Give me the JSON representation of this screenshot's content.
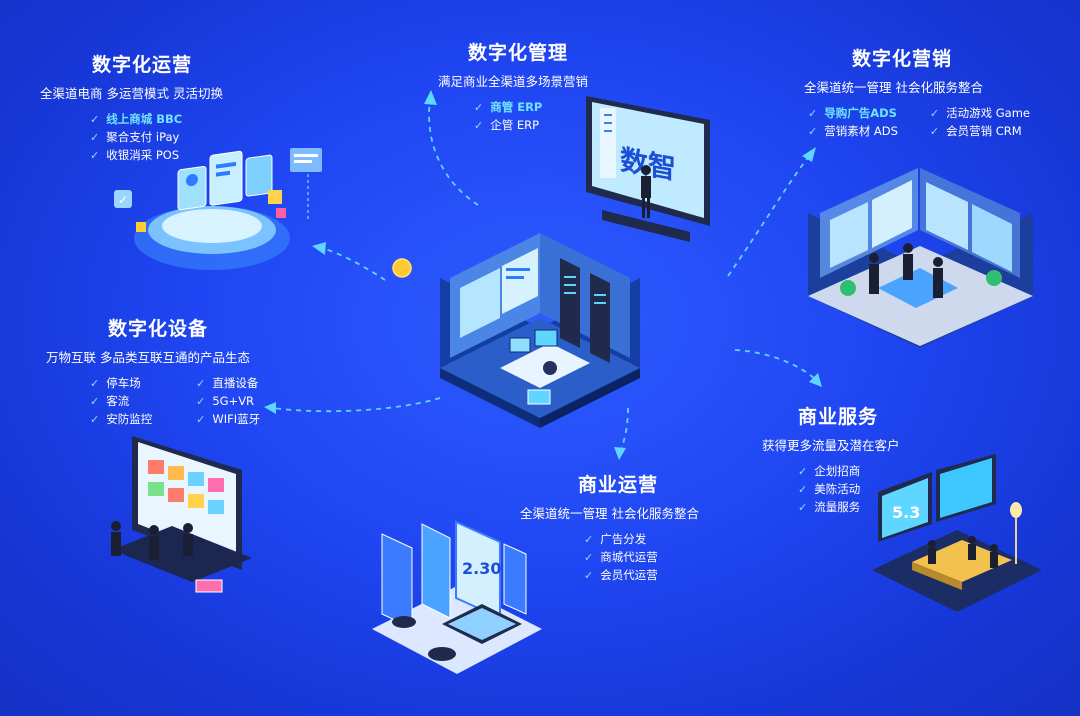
{
  "sections": {
    "ops": {
      "title": "数字化运营",
      "subtitle": "全渠道电商  多运营模式  灵活切换",
      "items": [
        "线上商城 BBC",
        "聚合支付 iPay",
        "收银消采 POS"
      ]
    },
    "mgmt": {
      "title": "数字化管理",
      "subtitle": "满足商业全渠道多场景营销",
      "items": [
        "商管 ERP",
        "企管 ERP"
      ]
    },
    "mkt": {
      "title": "数字化营销",
      "subtitle": "全渠道统一管理  社会化服务整合",
      "items": [
        "导购广告ADS",
        "活动游戏 Game",
        "营销素材 ADS",
        "会员营销 CRM"
      ]
    },
    "device": {
      "title": "数字化设备",
      "subtitle": "万物互联  多品类互联互通的产品生态",
      "items": [
        "停车场",
        "直播设备",
        "客流",
        "5G+VR",
        "安防监控",
        "WIFI蓝牙"
      ]
    },
    "bizops": {
      "title": "商业运营",
      "subtitle": "全渠道统一管理  社会化服务整合",
      "items": [
        "广告分发",
        "商城代运营",
        "会员代运营"
      ]
    },
    "service": {
      "title": "商业服务",
      "subtitle": "获得更多流量及潜在客户",
      "items": [
        "企划招商",
        "美陈活动",
        "流量服务"
      ]
    }
  },
  "illustration_text": {
    "monitor_big": "5.3",
    "tablet_big": "2.30",
    "screen_word": "数智"
  },
  "colors": {
    "accent": "#6fe3ff",
    "check": "#7fe3ff",
    "arrow": "#5fd6ff",
    "background": "#1f46f2"
  },
  "icons": [
    "check-icon",
    "dashed-arrow-icon",
    "coin-icon"
  ]
}
